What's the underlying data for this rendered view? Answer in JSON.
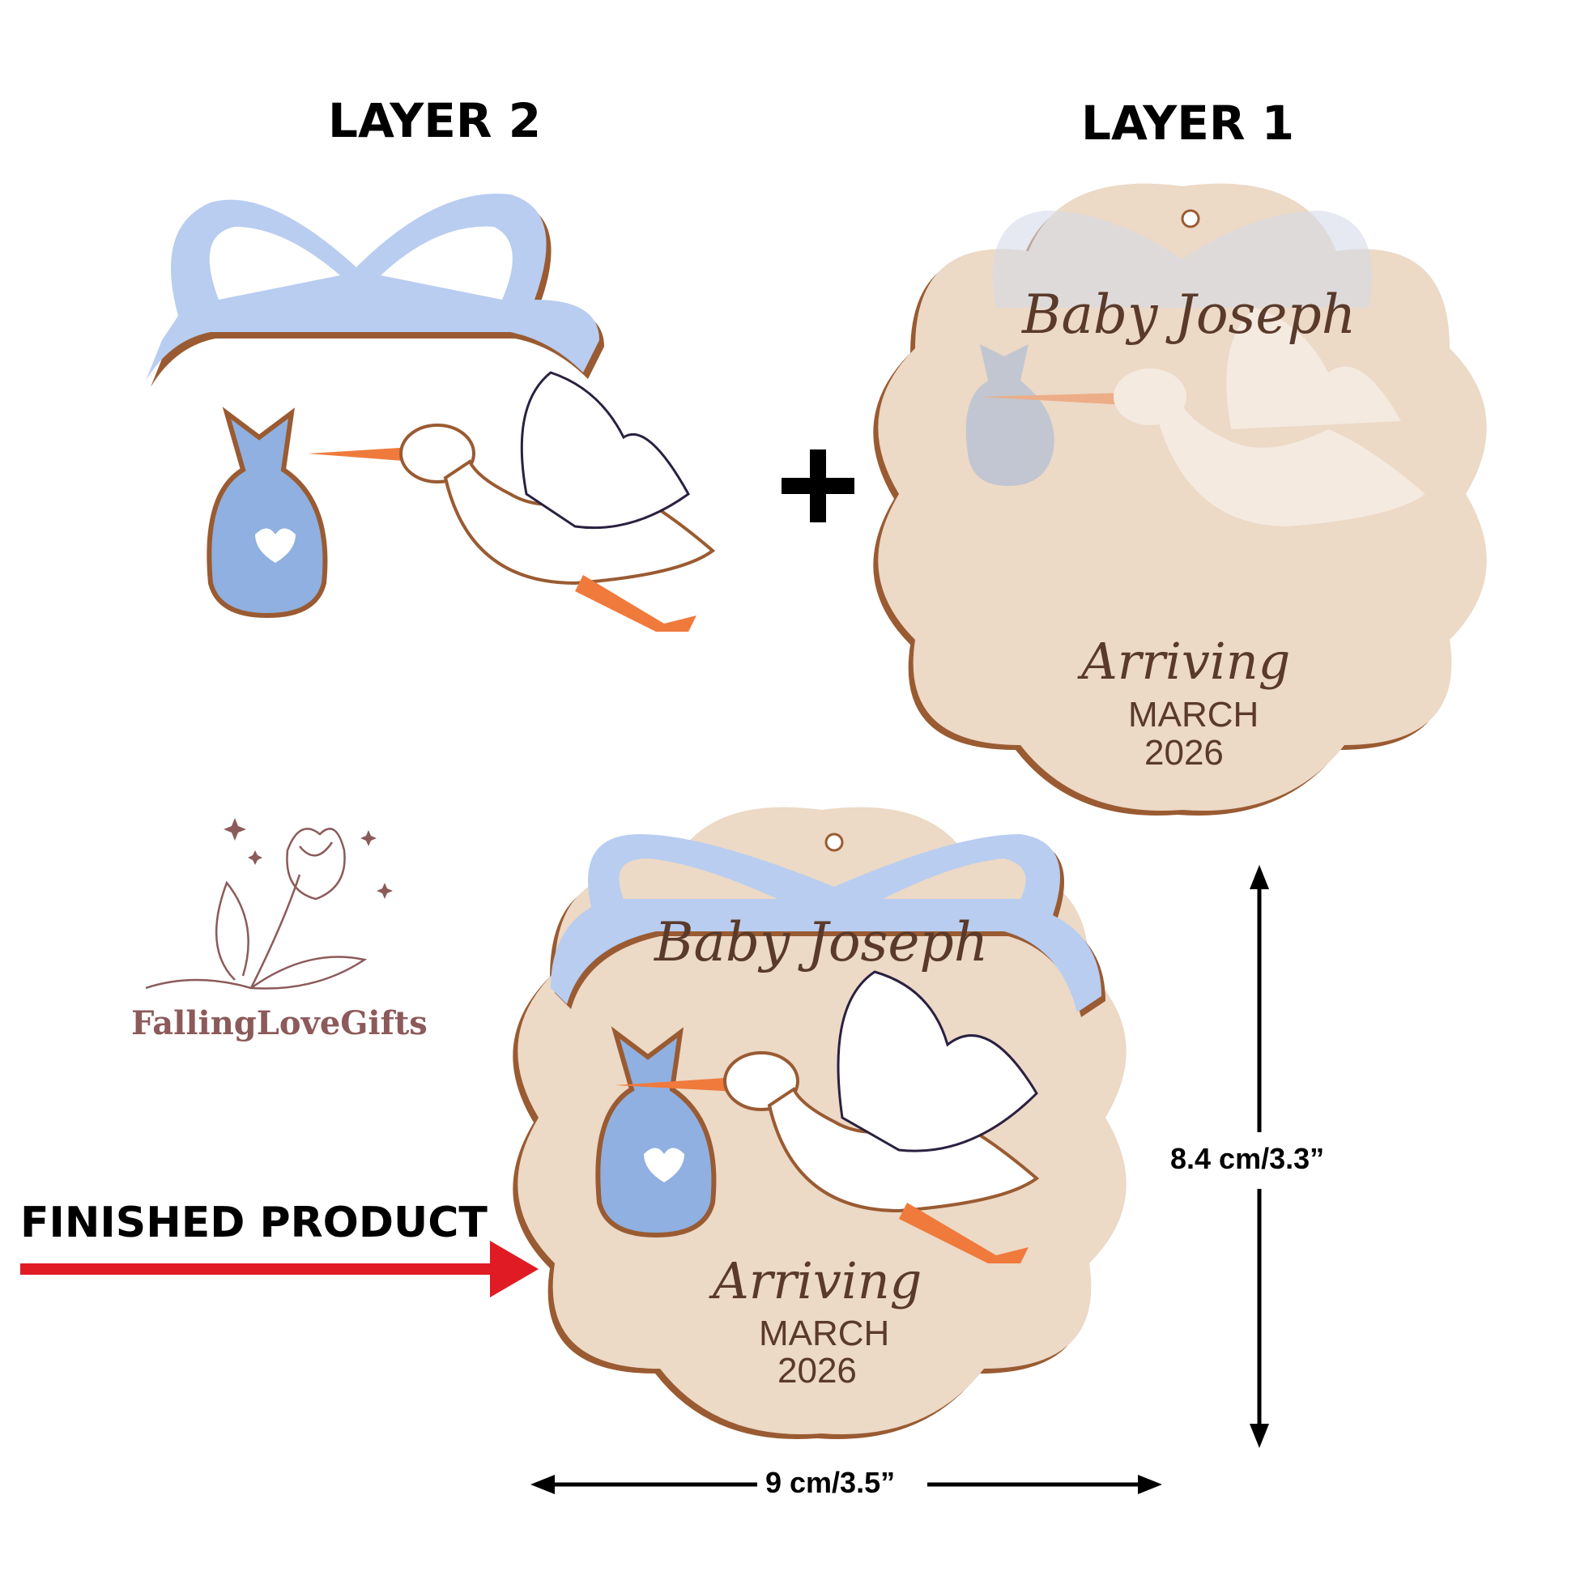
{
  "headings": {
    "layer2": "LAYER 2",
    "layer1": "LAYER 1",
    "finished": "FINISHED PRODUCT"
  },
  "ornament_text": {
    "name": "Baby Joseph",
    "arriving": "Arriving",
    "month": "MARCH",
    "year": "2026"
  },
  "dimensions": {
    "height": "8.4 cm/3.3”",
    "width": "9 cm/3.5”"
  },
  "brand": {
    "name": "FallingLoveGifts"
  },
  "icons": {
    "plus": "plus-icon",
    "arrow": "red-arrow-icon",
    "logo": "tulip-logo-icon"
  },
  "colors": {
    "ribbon": "#b8cdf0",
    "wood": "#ecd9c6",
    "wood_edge": "#9a5b32",
    "bag": "#8fb0e0",
    "beak": "#f07a3c",
    "arrow_red": "#e01b24",
    "brand": "#8c5a5a"
  }
}
